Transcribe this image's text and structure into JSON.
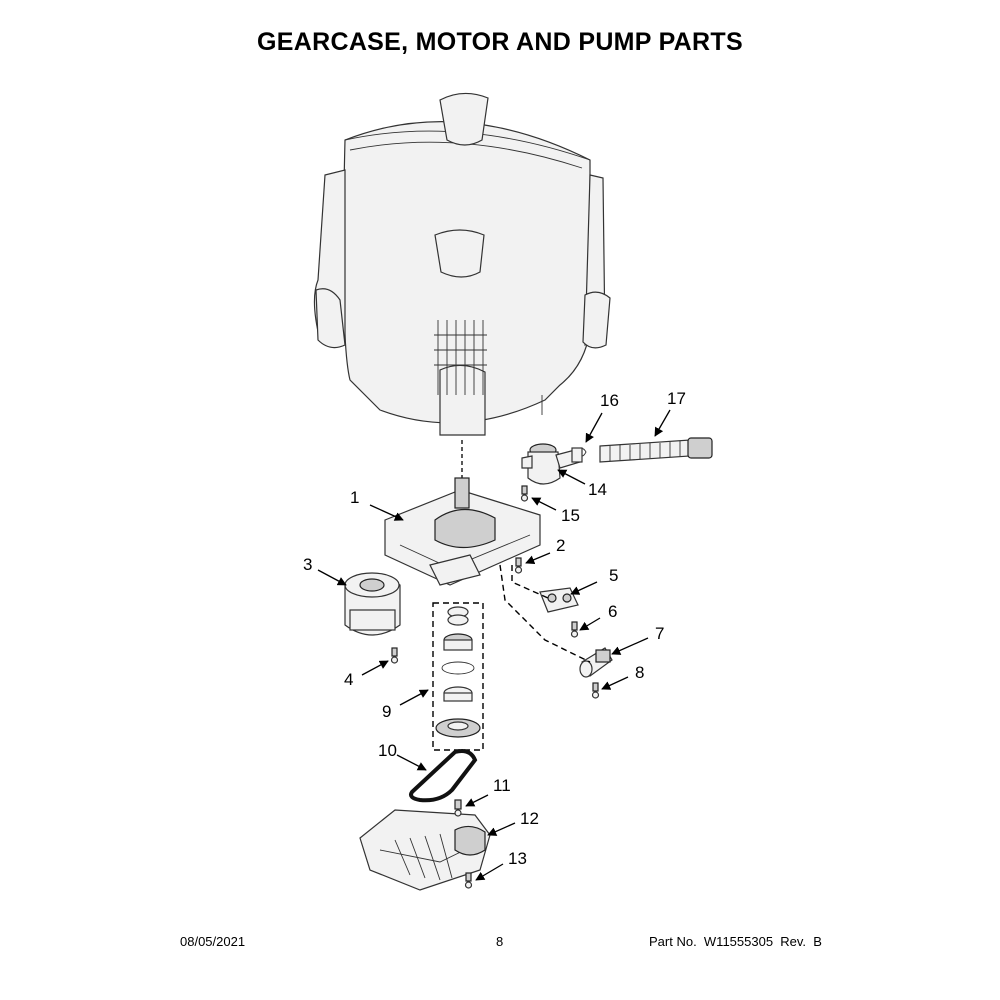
{
  "title": "GEARCASE, MOTOR AND PUMP PARTS",
  "callouts": [
    "1",
    "2",
    "3",
    "4",
    "5",
    "6",
    "7",
    "8",
    "9",
    "10",
    "11",
    "12",
    "13",
    "14",
    "15",
    "16",
    "17"
  ],
  "footer": {
    "date": "08/05/2021",
    "page": "8",
    "part_number": "Part No.  W11555305  Rev.  B"
  }
}
